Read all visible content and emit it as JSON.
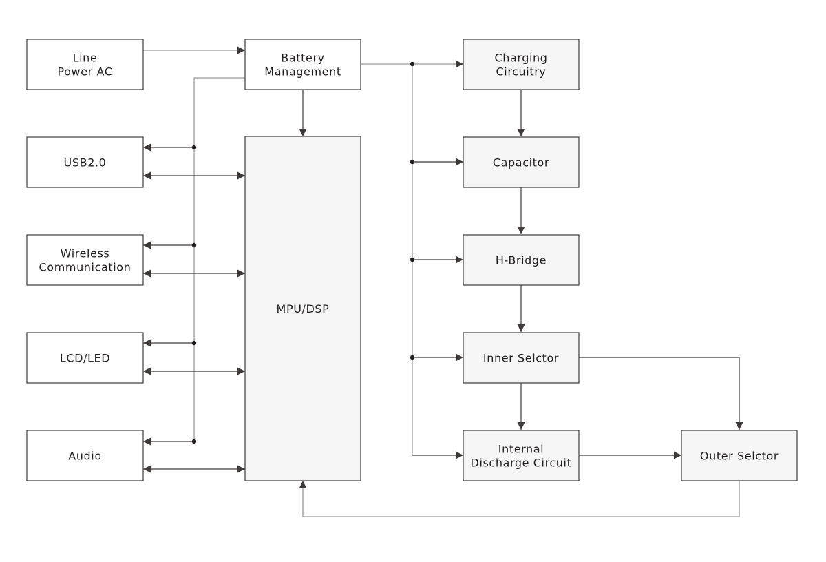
{
  "diagram": {
    "title": "Power / MPU block diagram",
    "colors": {
      "line_dark": "#3e3a39",
      "line_grey": "#9a9a9a",
      "box_fill_grey": "#f5f5f5",
      "box_fill_white": "#ffffff",
      "text": "#231f20"
    },
    "nodes": {
      "line_power": {
        "lines": [
          "Line",
          "Power AC"
        ]
      },
      "battery": {
        "lines": [
          "Battery",
          "Management"
        ]
      },
      "usb": {
        "lines": [
          "USB2.0"
        ]
      },
      "wireless": {
        "lines": [
          "Wireless",
          "Communication"
        ]
      },
      "lcd": {
        "lines": [
          "LCD/LED"
        ]
      },
      "audio": {
        "lines": [
          "Audio"
        ]
      },
      "mpu": {
        "lines": [
          "MPU/DSP"
        ]
      },
      "charging": {
        "lines": [
          "Charging",
          "Circuitry"
        ]
      },
      "capacitor": {
        "lines": [
          "Capacitor"
        ]
      },
      "hbridge": {
        "lines": [
          "H-Bridge"
        ]
      },
      "inner": {
        "lines": [
          "Inner Selctor"
        ]
      },
      "discharge": {
        "lines": [
          "Internal",
          "Discharge Circuit"
        ]
      },
      "outer": {
        "lines": [
          "Outer Selctor"
        ]
      }
    },
    "edges": [
      {
        "from": "line_power",
        "to": "battery",
        "type": "arrow"
      },
      {
        "from": "battery",
        "to": "mpu",
        "type": "arrow"
      },
      {
        "from": "battery",
        "to": "charging",
        "type": "arrow"
      },
      {
        "from": "battery",
        "to": "capacitor",
        "type": "arrow",
        "via": "power-bus"
      },
      {
        "from": "battery",
        "to": "hbridge",
        "type": "arrow",
        "via": "power-bus"
      },
      {
        "from": "battery",
        "to": "inner",
        "type": "arrow",
        "via": "power-bus"
      },
      {
        "from": "battery",
        "to": "discharge",
        "type": "arrow",
        "via": "power-bus"
      },
      {
        "from": "battery",
        "to": "usb",
        "type": "arrow",
        "via": "peripheral-bus"
      },
      {
        "from": "battery",
        "to": "wireless",
        "type": "arrow",
        "via": "peripheral-bus"
      },
      {
        "from": "battery",
        "to": "lcd",
        "type": "arrow",
        "via": "peripheral-bus"
      },
      {
        "from": "battery",
        "to": "audio",
        "type": "arrow",
        "via": "peripheral-bus"
      },
      {
        "from": "usb",
        "to": "mpu",
        "type": "bidirectional"
      },
      {
        "from": "wireless",
        "to": "mpu",
        "type": "bidirectional"
      },
      {
        "from": "lcd",
        "to": "mpu",
        "type": "bidirectional"
      },
      {
        "from": "audio",
        "to": "mpu",
        "type": "bidirectional"
      },
      {
        "from": "charging",
        "to": "capacitor",
        "type": "arrow"
      },
      {
        "from": "capacitor",
        "to": "hbridge",
        "type": "arrow"
      },
      {
        "from": "hbridge",
        "to": "inner",
        "type": "arrow"
      },
      {
        "from": "inner",
        "to": "discharge",
        "type": "arrow"
      },
      {
        "from": "inner",
        "to": "outer",
        "type": "arrow"
      },
      {
        "from": "discharge",
        "to": "outer",
        "type": "arrow"
      },
      {
        "from": "outer",
        "to": "mpu",
        "type": "arrow"
      }
    ]
  }
}
